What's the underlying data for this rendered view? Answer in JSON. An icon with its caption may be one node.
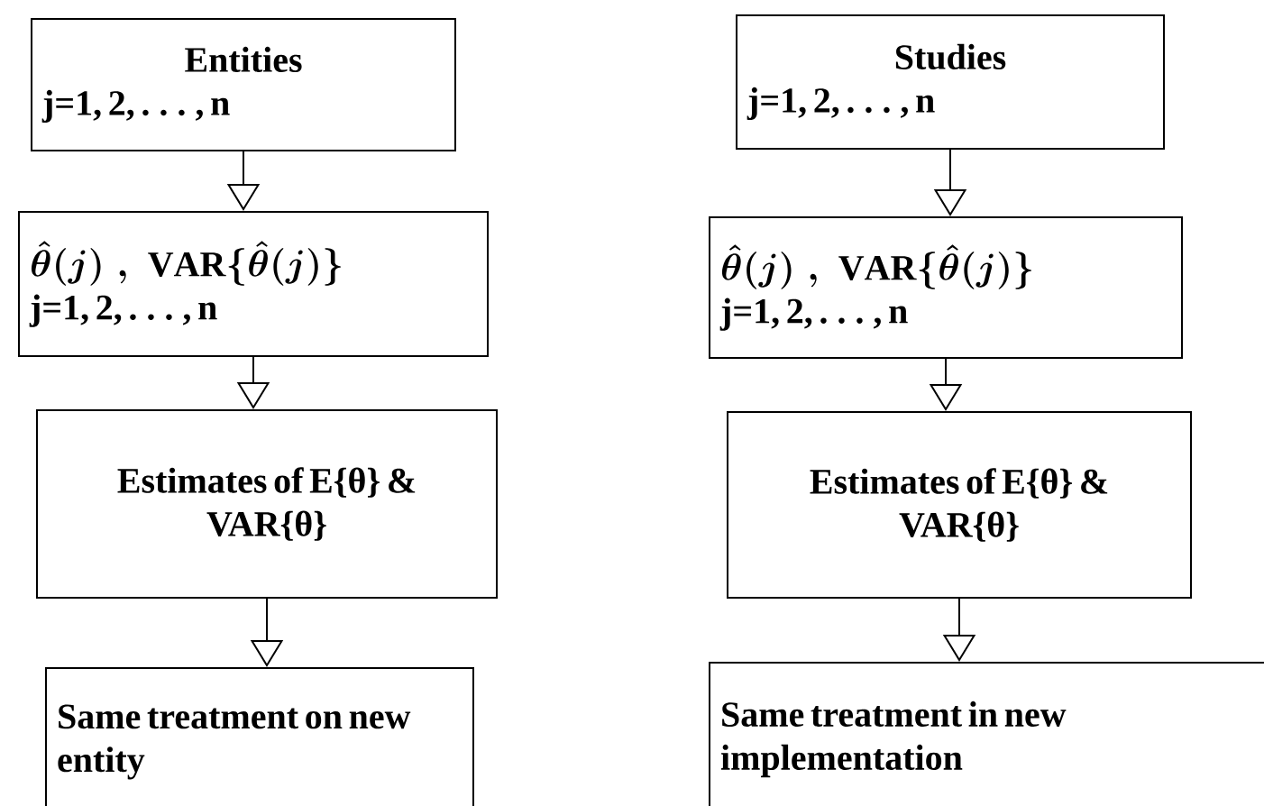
{
  "diagram": {
    "nodes": [
      {
        "text": [
          "Entities",
          "j=1, 2, . . . , n"
        ]
      },
      {
        "text": [
          "Studies",
          "j=1, 2, . . . , n"
        ]
      },
      {
        "text": [
          "\\hat{\\theta}(j)\\;,\\;\\mathrm{VAR}\\{\\hat{\\theta}(j)\\}",
          "j=1, 2, . . . , n"
        ]
      },
      {
        "text": [
          "\\hat{\\theta}(j)\\;,\\;\\mathrm{VAR}\\{\\hat{\\theta}(j)\\}",
          "j=1, 2, . . . , n"
        ]
      },
      {
        "text": [
          "Estimates of E{θ} & VAR{θ}"
        ]
      },
      {
        "text": [
          "Estimates of E{θ} & VAR{θ}"
        ]
      },
      {
        "text": [
          "Same treatment on new entity"
        ]
      },
      {
        "text": [
          "Same treatment in new implementation"
        ]
      }
    ],
    "edges": [
      {
        "from": 0,
        "to": 2,
        "arrow": "to"
      },
      {
        "from": 1,
        "to": 3,
        "arrow": "to"
      },
      {
        "from": 2,
        "to": 4,
        "arrow": "to"
      },
      {
        "from": 3,
        "to": 5,
        "arrow": "to"
      },
      {
        "from": 4,
        "to": 6,
        "arrow": "to"
      },
      {
        "from": 5,
        "to": 7,
        "arrow": "to"
      }
    ]
  }
}
